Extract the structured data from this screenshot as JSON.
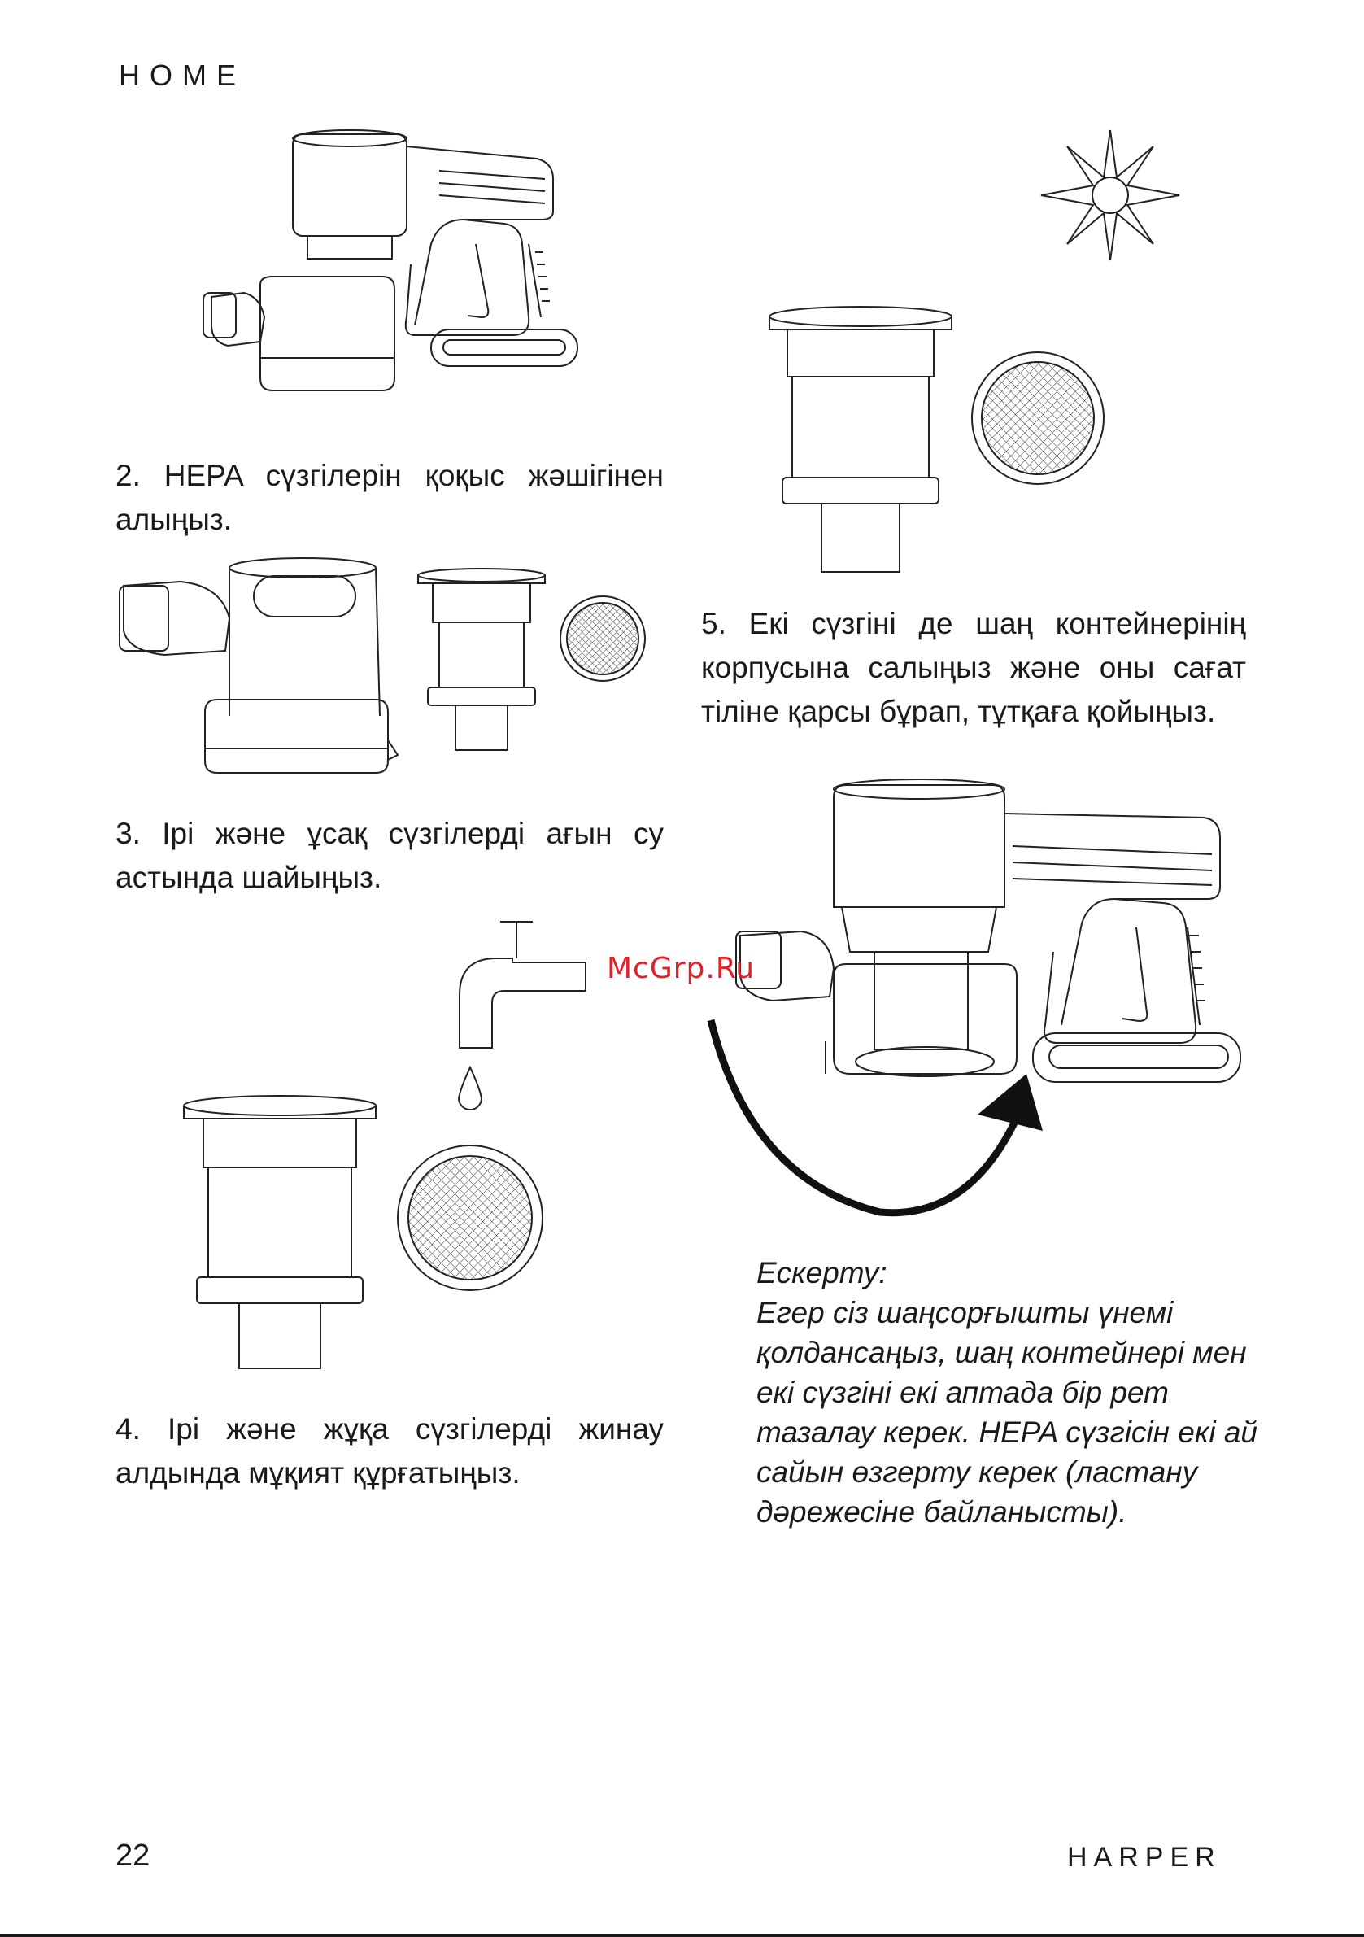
{
  "header": {
    "logo": "HOME"
  },
  "steps": {
    "s2": "2. HEPA сүзгілерін қоқыс жәшігінен алыңыз.",
    "s3": "3. Ірі және ұсақ сүзгілерді ағын су астында шайыңыз.",
    "s4": "4. Ірі және жұқа сүзгілерді жинау алдында мұқият құрғатыңыз.",
    "s5": "5. Екі сүзгіні де шаң контейнерінің корпусына салыңыз және оны сағат тіліне қарсы бұрап, тұтқаға қойыңыз."
  },
  "note": {
    "title": "Ескерту:",
    "text": "Егер сіз шаңсорғышты үнемі қолдансаңыз, шаң контейнері мен екі сүзгіні екі аптада бір рет тазалау керек. HEPA сүзгісін екі ай сайын өзгерту керек (ластану дәрежесіне байланысты)."
  },
  "watermark": "McGrp.Ru",
  "footer": {
    "page_number": "22",
    "brand": "HARPER"
  },
  "icons": [
    "vacuum-disassembled-icon",
    "dust-container-icon",
    "filter-cone-icon",
    "mesh-filter-icon",
    "water-tap-icon",
    "water-drop-icon",
    "sun-icon",
    "vacuum-assembled-icon",
    "rotate-arrow-icon"
  ]
}
